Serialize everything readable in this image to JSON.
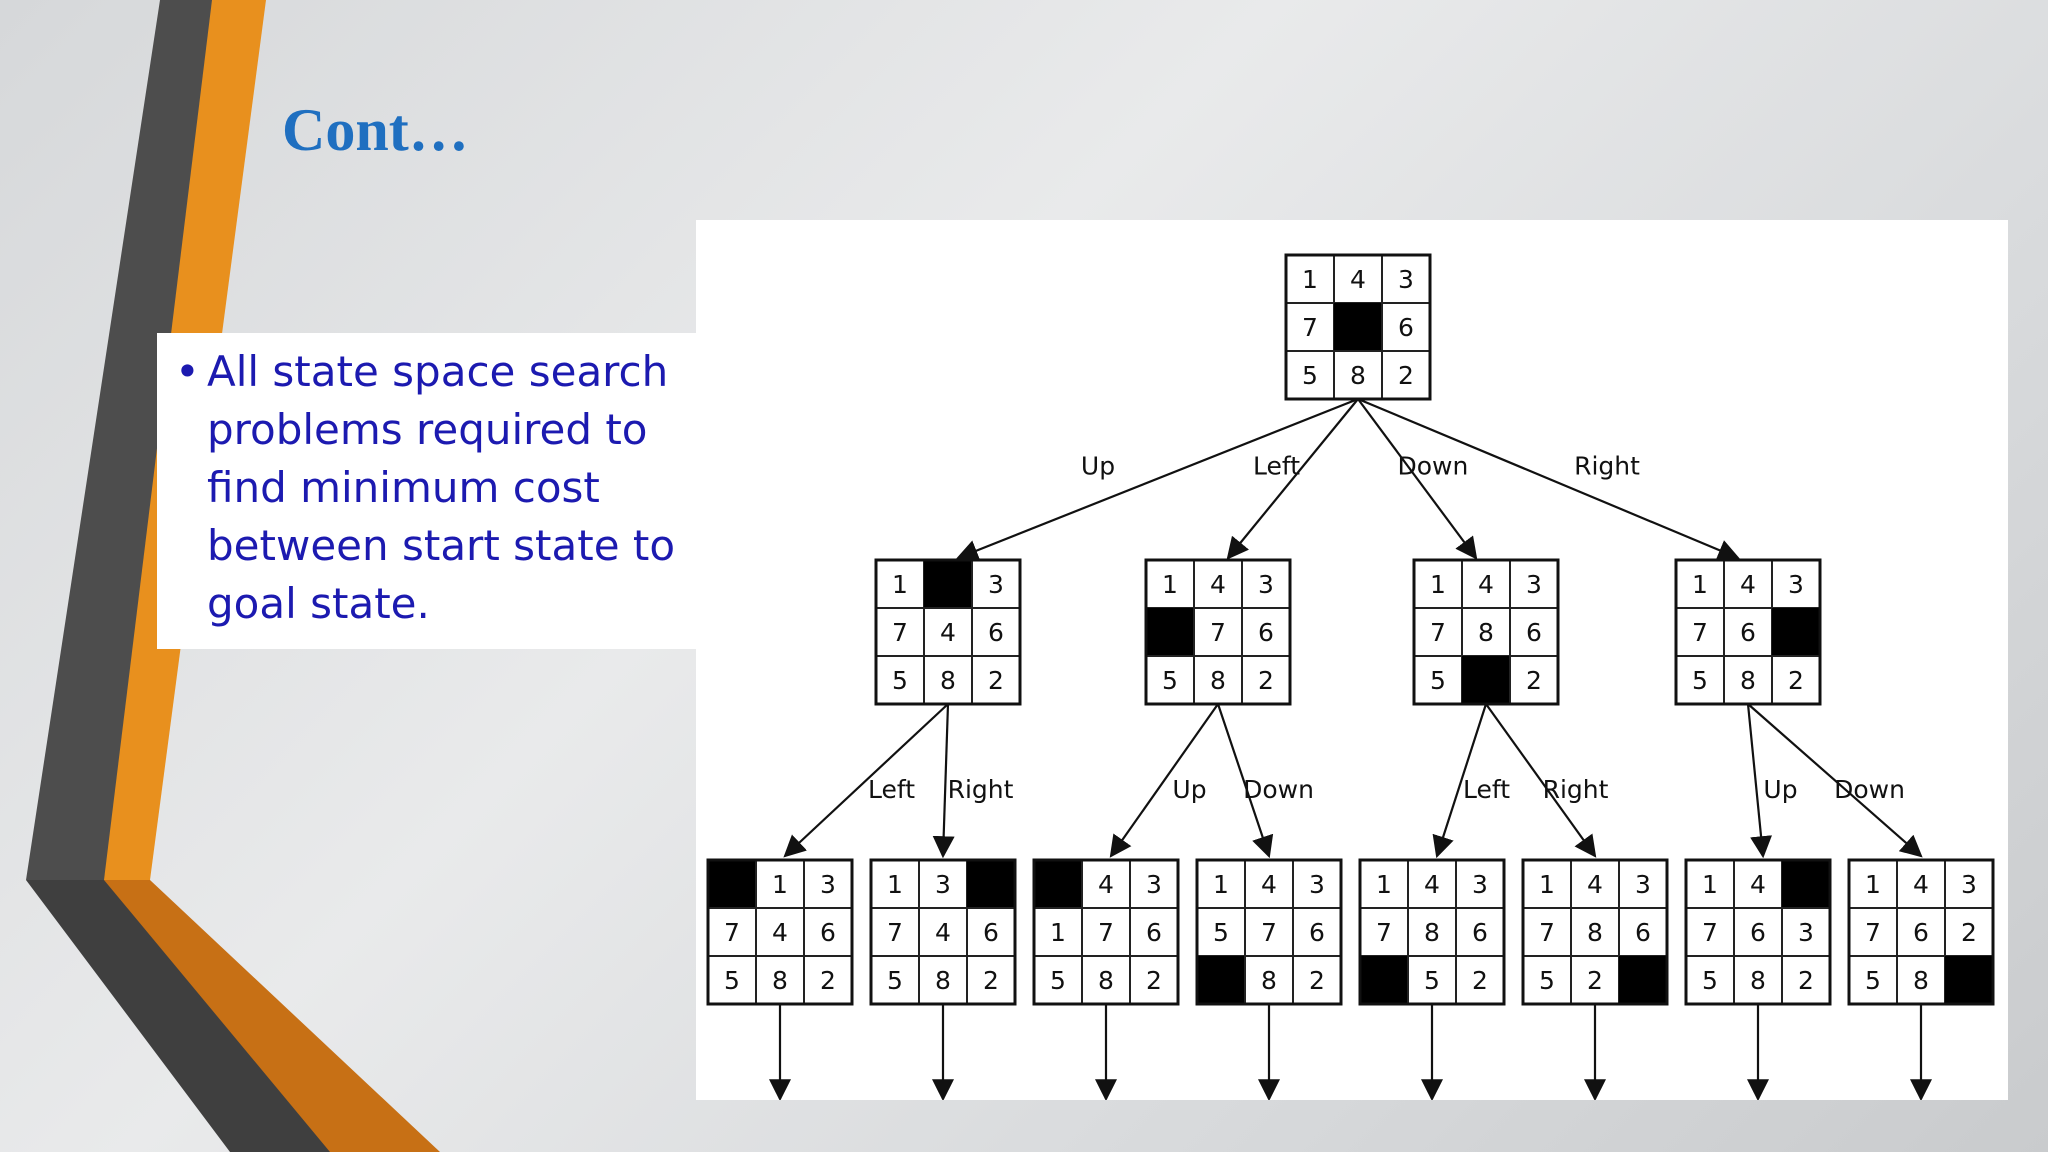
{
  "slide": {
    "title": "Cont…",
    "bullet": "All state space search problems required to find minimum cost between start state to goal state."
  },
  "colors": {
    "accent_orange": "#e8901e",
    "dark_gray": "#4a4a4a",
    "title_blue": "#1f6fc0",
    "bullet_text": "#1c1ab0"
  },
  "tree": {
    "root": [
      [
        "1",
        "4",
        "3"
      ],
      [
        "7",
        "",
        "6"
      ],
      [
        "5",
        "8",
        "2"
      ]
    ],
    "level1": [
      {
        "move": "Up",
        "state": [
          [
            "1",
            "",
            "3"
          ],
          [
            "7",
            "4",
            "6"
          ],
          [
            "5",
            "8",
            "2"
          ]
        ]
      },
      {
        "move": "Left",
        "state": [
          [
            "1",
            "4",
            "3"
          ],
          [
            "",
            "7",
            "6"
          ],
          [
            "5",
            "8",
            "2"
          ]
        ]
      },
      {
        "move": "Down",
        "state": [
          [
            "1",
            "4",
            "3"
          ],
          [
            "7",
            "8",
            "6"
          ],
          [
            "5",
            "",
            "2"
          ]
        ]
      },
      {
        "move": "Right",
        "state": [
          [
            "1",
            "4",
            "3"
          ],
          [
            "7",
            "6",
            ""
          ],
          [
            "5",
            "8",
            "2"
          ]
        ]
      }
    ],
    "level2": [
      {
        "move": "Left",
        "state": [
          [
            "",
            "1",
            "3"
          ],
          [
            "7",
            "4",
            "6"
          ],
          [
            "5",
            "8",
            "2"
          ]
        ]
      },
      {
        "move": "Right",
        "state": [
          [
            "1",
            "3",
            ""
          ],
          [
            "7",
            "4",
            "6"
          ],
          [
            "5",
            "8",
            "2"
          ]
        ]
      },
      {
        "move": "Up",
        "state": [
          [
            "",
            "4",
            "3"
          ],
          [
            "1",
            "7",
            "6"
          ],
          [
            "5",
            "8",
            "2"
          ]
        ]
      },
      {
        "move": "Down",
        "state": [
          [
            "1",
            "4",
            "3"
          ],
          [
            "5",
            "7",
            "6"
          ],
          [
            "",
            "8",
            "2"
          ]
        ]
      },
      {
        "move": "Left",
        "state": [
          [
            "1",
            "4",
            "3"
          ],
          [
            "7",
            "8",
            "6"
          ],
          [
            "",
            "5",
            "2"
          ]
        ]
      },
      {
        "move": "Right",
        "state": [
          [
            "1",
            "4",
            "3"
          ],
          [
            "7",
            "8",
            "6"
          ],
          [
            "5",
            "2",
            ""
          ]
        ]
      },
      {
        "move": "Up",
        "state": [
          [
            "1",
            "4",
            ""
          ],
          [
            "7",
            "6",
            "3"
          ],
          [
            "5",
            "8",
            "2"
          ]
        ]
      },
      {
        "move": "Down",
        "state": [
          [
            "1",
            "4",
            "3"
          ],
          [
            "7",
            "6",
            "2"
          ],
          [
            "5",
            "8",
            ""
          ]
        ]
      }
    ]
  }
}
